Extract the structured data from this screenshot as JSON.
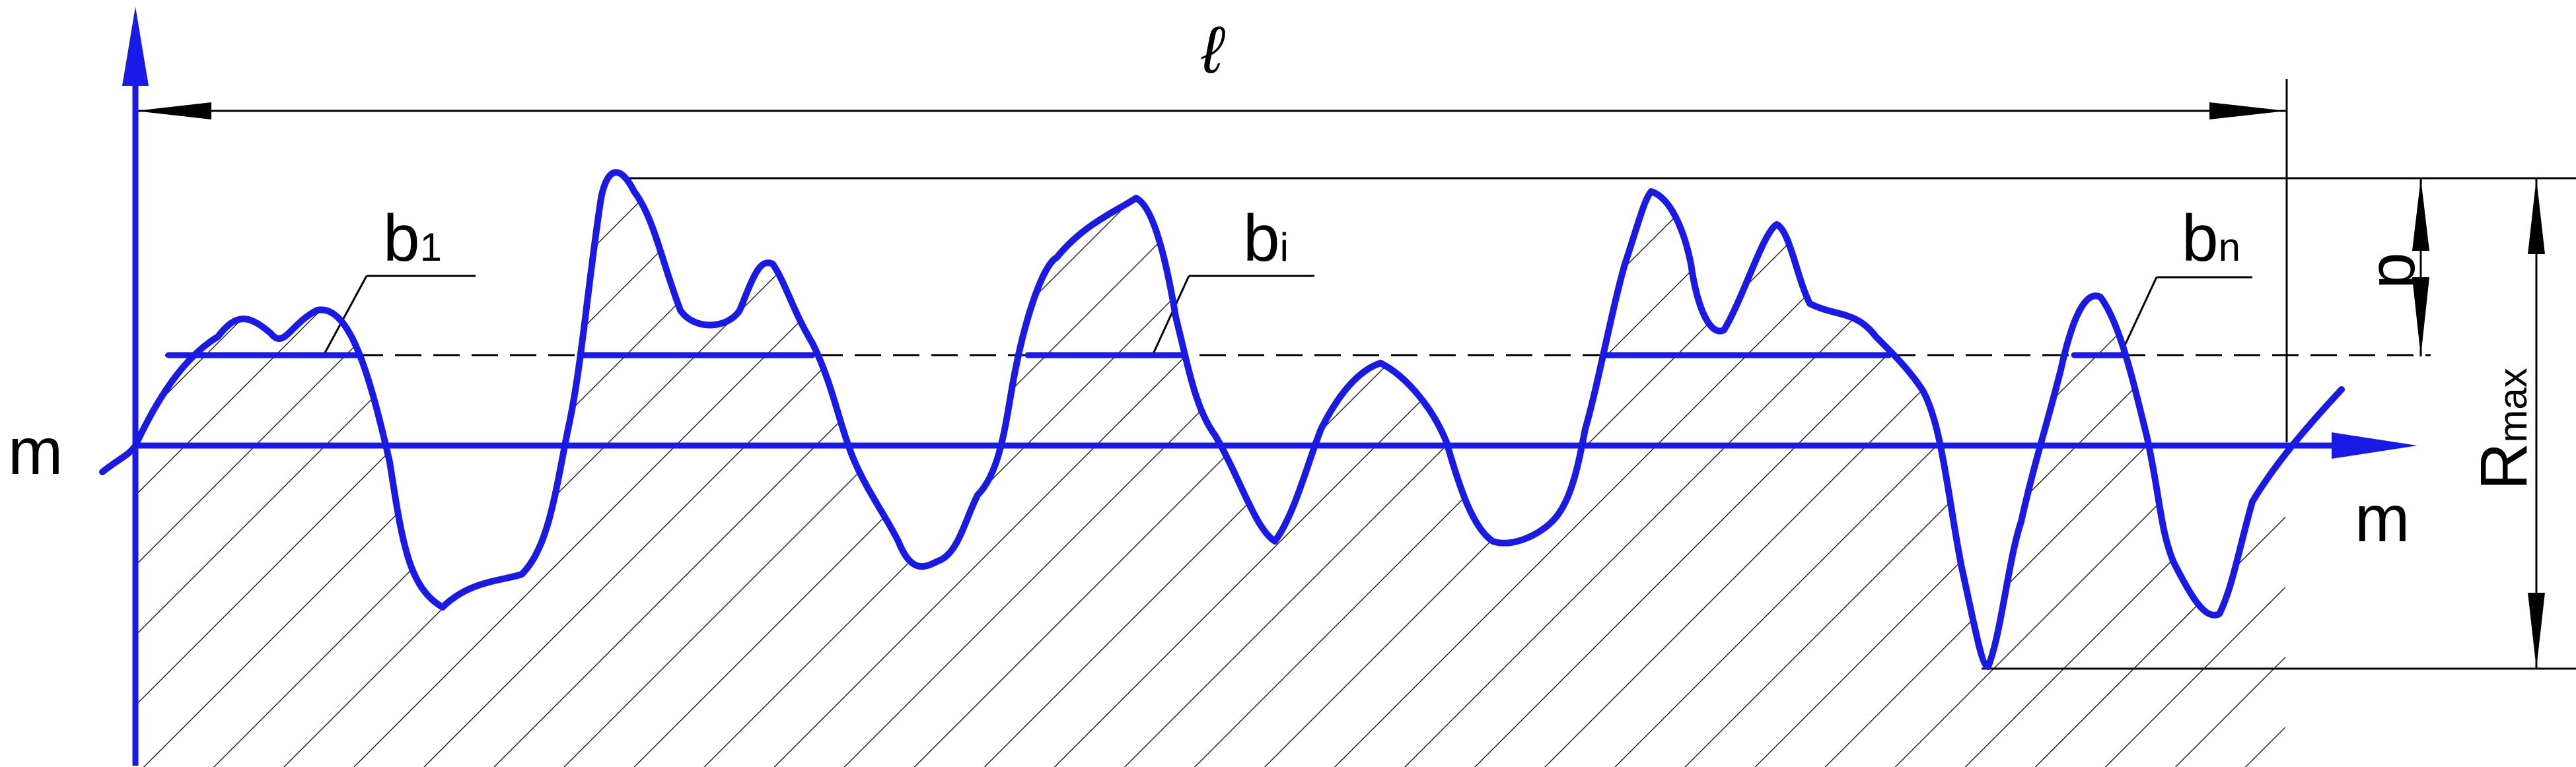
{
  "diagram": {
    "labels": {
      "length": "ℓ",
      "b1_base": "b",
      "b1_sub": "1",
      "bi_base": "b",
      "bi_sub": "i",
      "bn_base": "b",
      "bn_sub": "n",
      "p": "p",
      "rmax_base": "R",
      "rmax_sub": "max",
      "m_left": "m",
      "m_right": "m"
    },
    "colors": {
      "profile": "#1a1ae6",
      "lines": "#000000"
    }
  }
}
